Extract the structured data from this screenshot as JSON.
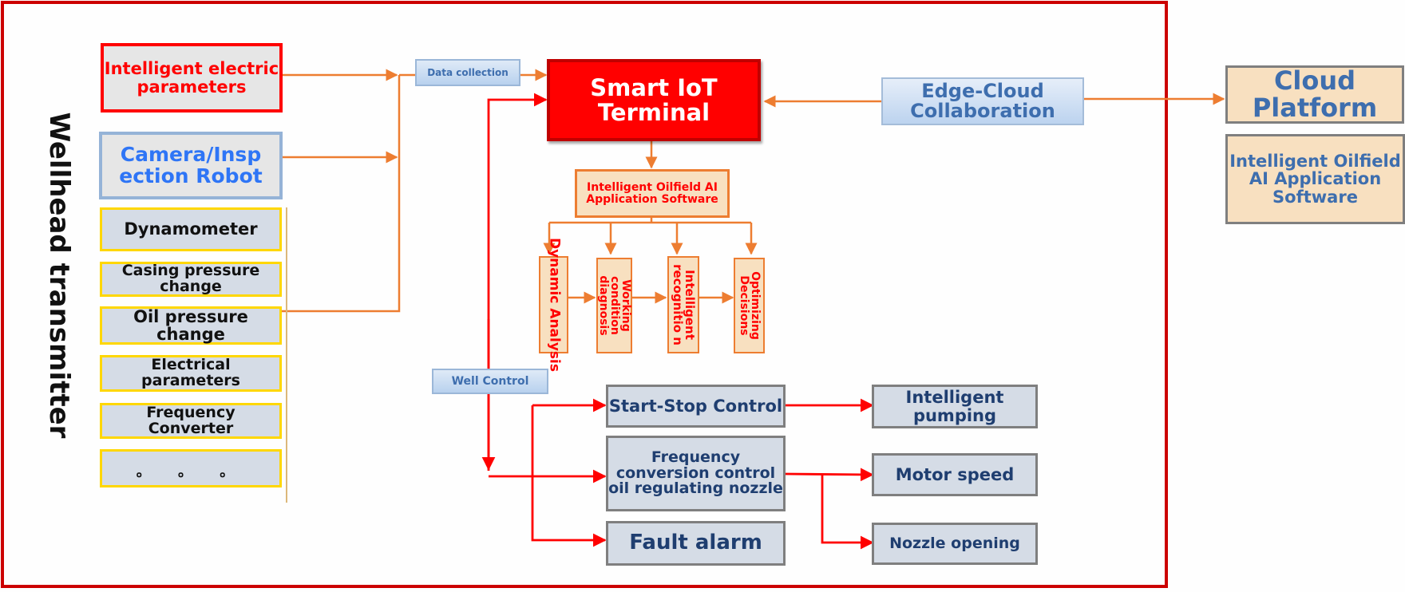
{
  "title": "Smart IoT Terminal oilfield well control architecture",
  "colors": {
    "frame": "#cc0000",
    "terminal": "#ff0000",
    "data_arrow": "#ed7d31",
    "control_arrow": "#ff0000",
    "app_box_fill": "#f8e0c0",
    "control_text": "#1f3e70"
  },
  "inputs": {
    "electric": "Intelligent electric parameters",
    "camera": "Camera/Insp ection Robot",
    "wellhead_label": "Wellhead transmitter",
    "sensors": [
      "Dynamometer",
      "Casing pressure change",
      "Oil pressure change",
      "Electrical parameters",
      "Frequency Converter",
      "。 。 。"
    ]
  },
  "data_collection": "Data collection",
  "terminal": "Smart IoT Terminal",
  "edge_cloud": "Edge-Cloud Collaboration",
  "cloud": {
    "platform": "Cloud Platform",
    "software": "Intelligent Oilfield AI Application Software"
  },
  "ai_software": "Intelligent Oilfield AI Application Software",
  "analysis_steps": [
    "Dynamic Analysis",
    "Working condition diagnosis",
    "Intelligent recognitio n",
    "Optimizing Decisions"
  ],
  "well_control": "Well Control",
  "controls": {
    "start_stop": "Start-Stop Control",
    "frequency": "Frequency conversion control oil regulating nozzle",
    "fault": "Fault alarm"
  },
  "outputs": {
    "pumping": "Intelligent pumping",
    "motor": "Motor speed",
    "nozzle": "Nozzle opening"
  }
}
